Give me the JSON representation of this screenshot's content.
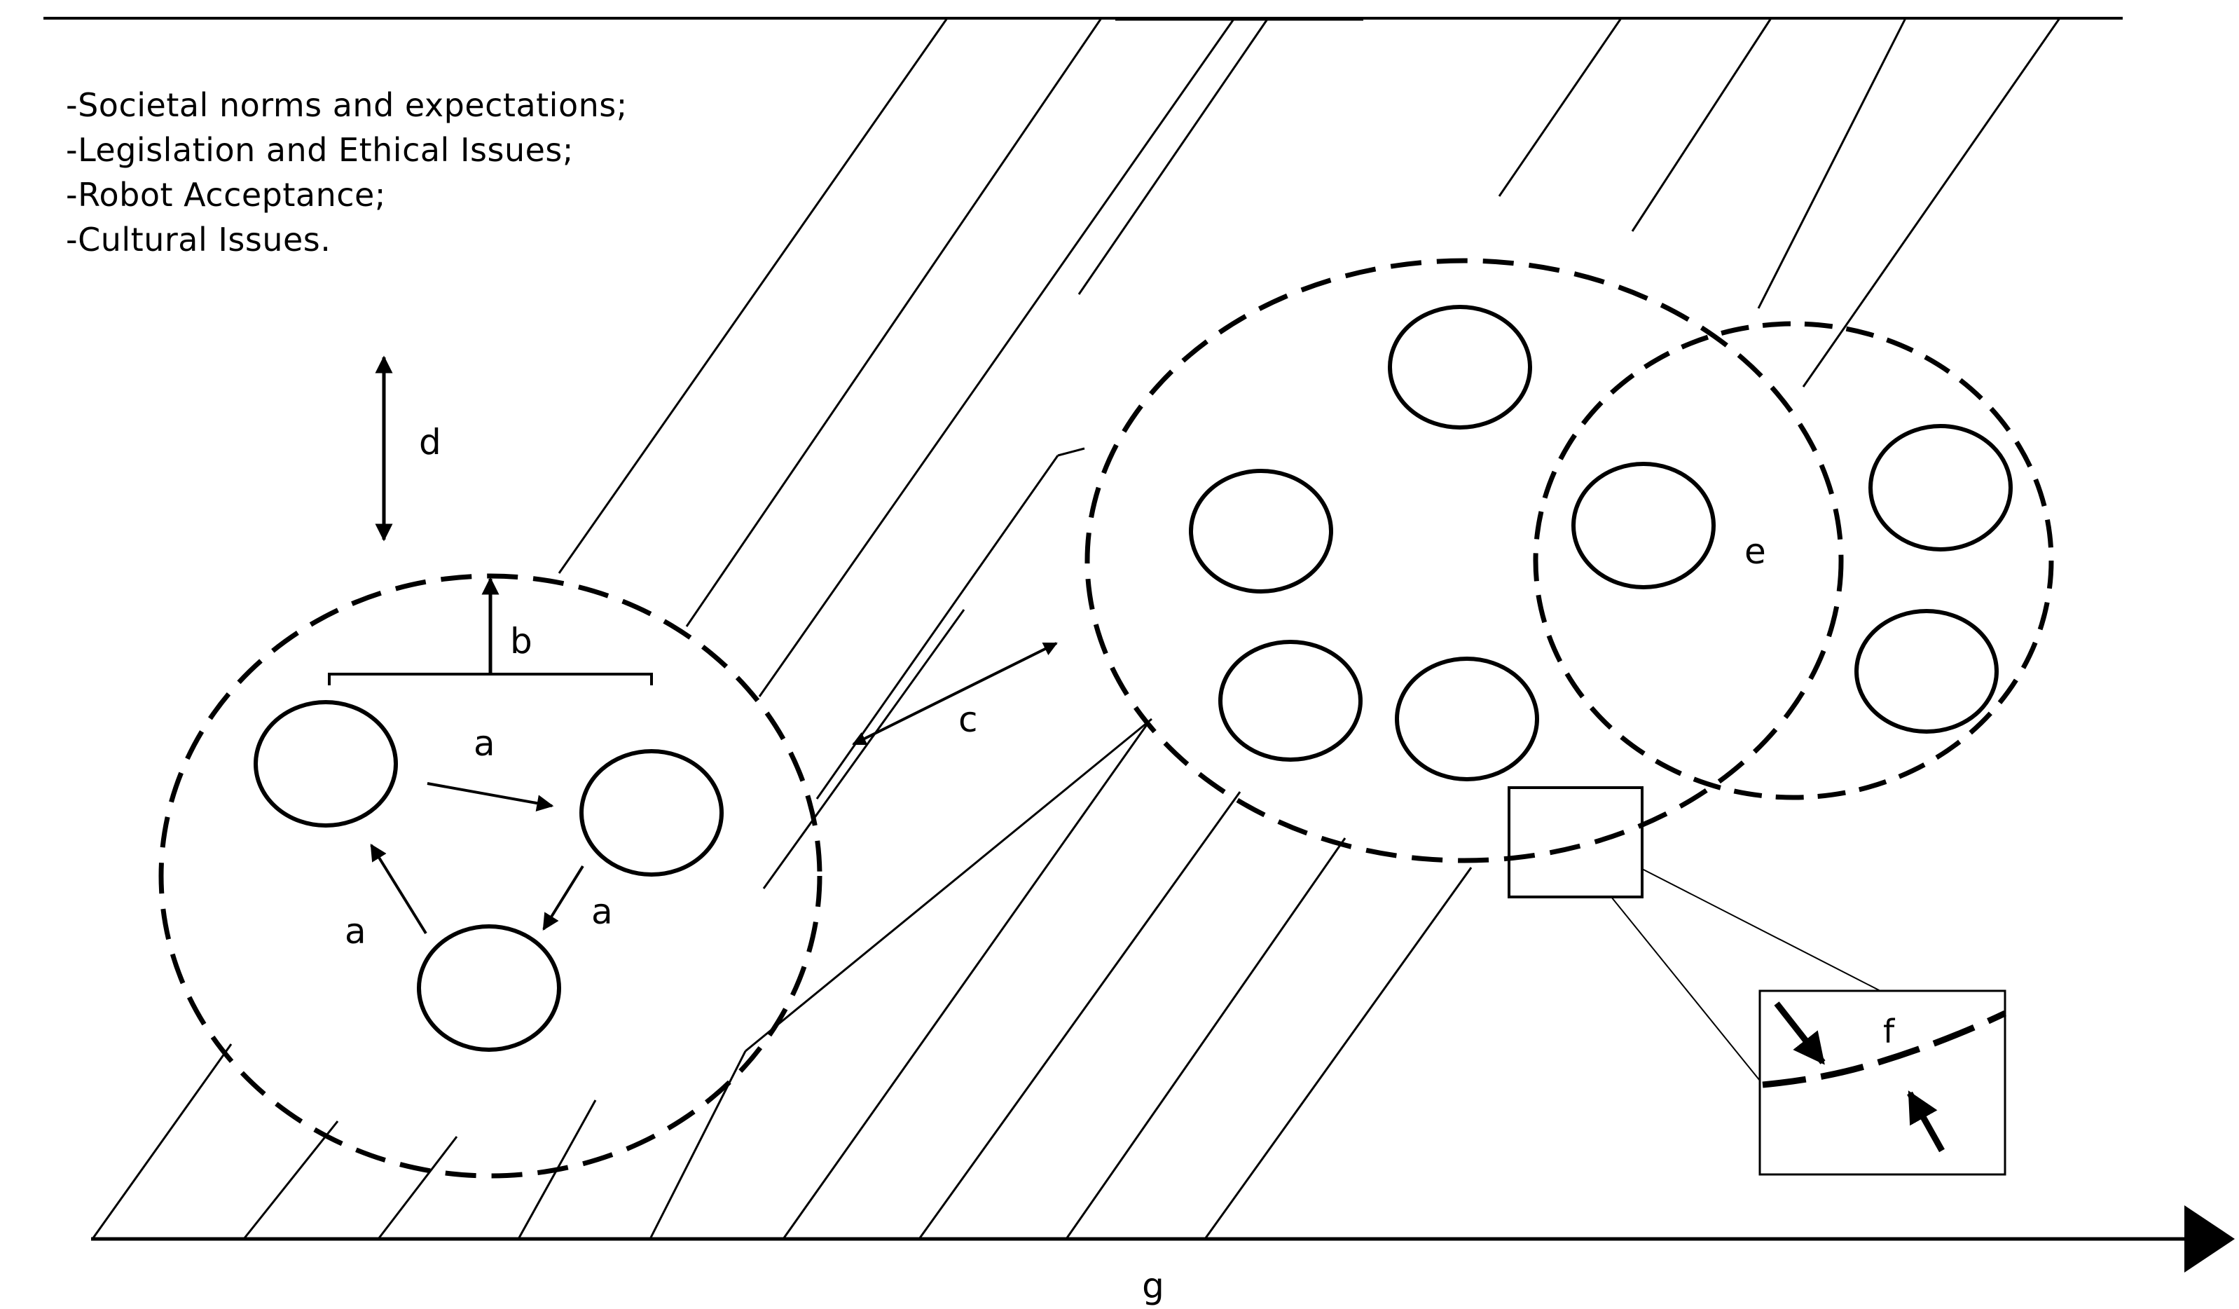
{
  "factors": [
    "-Societal norms and expectations;",
    "-Legislation and Ethical Issues;",
    "-Robot Acceptance;",
    "-Cultural Issues."
  ],
  "labels": {
    "a1": "a",
    "a2": "a",
    "a3": "a",
    "b": "b",
    "c": "c",
    "d": "d",
    "e": "e",
    "f": "f",
    "g": "g"
  },
  "colors": {
    "stroke": "#000000",
    "background": "#ffffff"
  }
}
